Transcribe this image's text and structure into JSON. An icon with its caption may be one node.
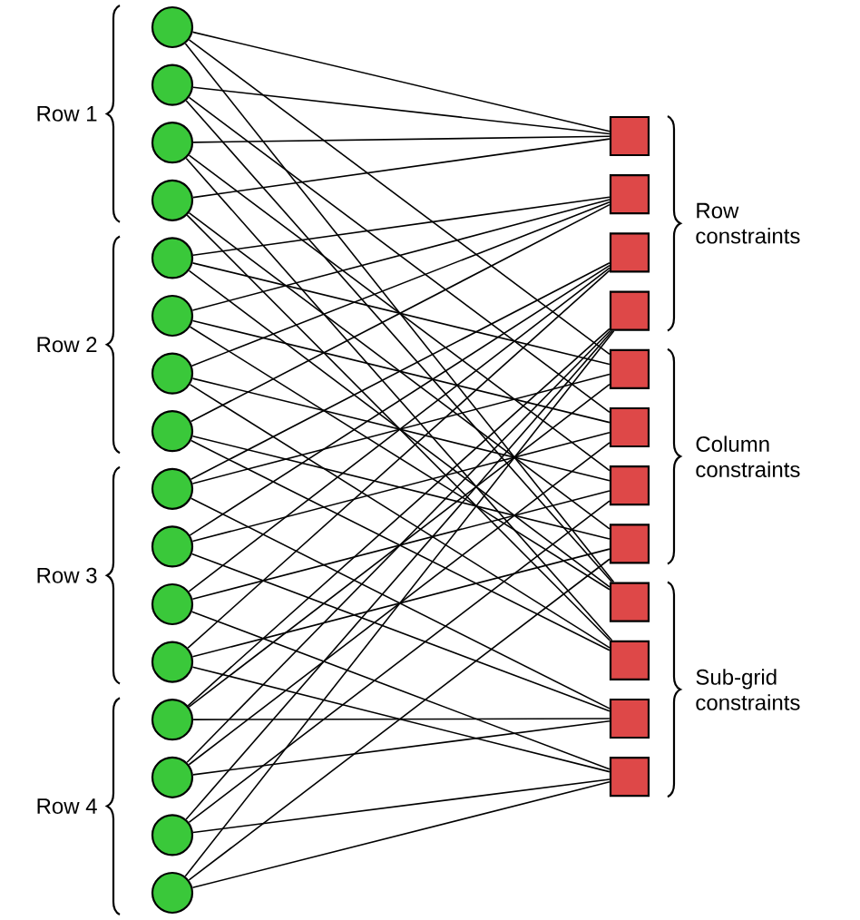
{
  "diagram": {
    "nodes": [
      {
        "text": [],
        "shape": "circle"
      },
      {
        "text": [],
        "shape": "circle"
      },
      {
        "text": [],
        "shape": "circle"
      },
      {
        "text": [],
        "shape": "circle"
      },
      {
        "text": [],
        "shape": "circle"
      },
      {
        "text": [],
        "shape": "circle"
      },
      {
        "text": [],
        "shape": "circle"
      },
      {
        "text": [],
        "shape": "circle"
      },
      {
        "text": [],
        "shape": "circle"
      },
      {
        "text": [],
        "shape": "circle"
      },
      {
        "text": [],
        "shape": "circle"
      },
      {
        "text": [],
        "shape": "circle"
      },
      {
        "text": [],
        "shape": "circle"
      },
      {
        "text": [],
        "shape": "circle"
      },
      {
        "text": [],
        "shape": "circle"
      },
      {
        "text": [],
        "shape": "circle"
      },
      {
        "text": [],
        "shape": "box"
      },
      {
        "text": [],
        "shape": "box"
      },
      {
        "text": [],
        "shape": "box"
      },
      {
        "text": [],
        "shape": "box"
      },
      {
        "text": [],
        "shape": "box"
      },
      {
        "text": [],
        "shape": "box"
      },
      {
        "text": [],
        "shape": "box"
      },
      {
        "text": [],
        "shape": "box"
      },
      {
        "text": [],
        "shape": "box"
      },
      {
        "text": [],
        "shape": "box"
      },
      {
        "text": [],
        "shape": "box"
      },
      {
        "text": [],
        "shape": "box"
      }
    ],
    "edges": [
      {
        "from": 0,
        "to": 16,
        "arrow": "none"
      },
      {
        "from": 0,
        "to": 20,
        "arrow": "none"
      },
      {
        "from": 0,
        "to": 24,
        "arrow": "none"
      },
      {
        "from": 1,
        "to": 16,
        "arrow": "none"
      },
      {
        "from": 1,
        "to": 21,
        "arrow": "none"
      },
      {
        "from": 1,
        "to": 24,
        "arrow": "none"
      },
      {
        "from": 2,
        "to": 16,
        "arrow": "none"
      },
      {
        "from": 2,
        "to": 22,
        "arrow": "none"
      },
      {
        "from": 2,
        "to": 25,
        "arrow": "none"
      },
      {
        "from": 3,
        "to": 16,
        "arrow": "none"
      },
      {
        "from": 3,
        "to": 23,
        "arrow": "none"
      },
      {
        "from": 3,
        "to": 25,
        "arrow": "none"
      },
      {
        "from": 4,
        "to": 17,
        "arrow": "none"
      },
      {
        "from": 4,
        "to": 20,
        "arrow": "none"
      },
      {
        "from": 4,
        "to": 24,
        "arrow": "none"
      },
      {
        "from": 5,
        "to": 17,
        "arrow": "none"
      },
      {
        "from": 5,
        "to": 21,
        "arrow": "none"
      },
      {
        "from": 5,
        "to": 24,
        "arrow": "none"
      },
      {
        "from": 6,
        "to": 17,
        "arrow": "none"
      },
      {
        "from": 6,
        "to": 22,
        "arrow": "none"
      },
      {
        "from": 6,
        "to": 25,
        "arrow": "none"
      },
      {
        "from": 7,
        "to": 17,
        "arrow": "none"
      },
      {
        "from": 7,
        "to": 23,
        "arrow": "none"
      },
      {
        "from": 7,
        "to": 25,
        "arrow": "none"
      },
      {
        "from": 8,
        "to": 18,
        "arrow": "none"
      },
      {
        "from": 8,
        "to": 20,
        "arrow": "none"
      },
      {
        "from": 8,
        "to": 26,
        "arrow": "none"
      },
      {
        "from": 9,
        "to": 18,
        "arrow": "none"
      },
      {
        "from": 9,
        "to": 21,
        "arrow": "none"
      },
      {
        "from": 9,
        "to": 26,
        "arrow": "none"
      },
      {
        "from": 10,
        "to": 18,
        "arrow": "none"
      },
      {
        "from": 10,
        "to": 22,
        "arrow": "none"
      },
      {
        "from": 10,
        "to": 27,
        "arrow": "none"
      },
      {
        "from": 11,
        "to": 18,
        "arrow": "none"
      },
      {
        "from": 11,
        "to": 23,
        "arrow": "none"
      },
      {
        "from": 11,
        "to": 27,
        "arrow": "none"
      },
      {
        "from": 12,
        "to": 19,
        "arrow": "none"
      },
      {
        "from": 12,
        "to": 20,
        "arrow": "none"
      },
      {
        "from": 12,
        "to": 26,
        "arrow": "none"
      },
      {
        "from": 13,
        "to": 19,
        "arrow": "none"
      },
      {
        "from": 13,
        "to": 21,
        "arrow": "none"
      },
      {
        "from": 13,
        "to": 26,
        "arrow": "none"
      },
      {
        "from": 14,
        "to": 19,
        "arrow": "none"
      },
      {
        "from": 14,
        "to": 22,
        "arrow": "none"
      },
      {
        "from": 14,
        "to": 27,
        "arrow": "none"
      },
      {
        "from": 15,
        "to": 19,
        "arrow": "none"
      },
      {
        "from": 15,
        "to": 23,
        "arrow": "none"
      },
      {
        "from": 15,
        "to": 27,
        "arrow": "none"
      }
    ],
    "labels": [
      "Row 1",
      "Row 2",
      "Row 3",
      "Row 4",
      "Row constraints",
      "Column constraints",
      "Sub-grid constraints"
    ]
  }
}
